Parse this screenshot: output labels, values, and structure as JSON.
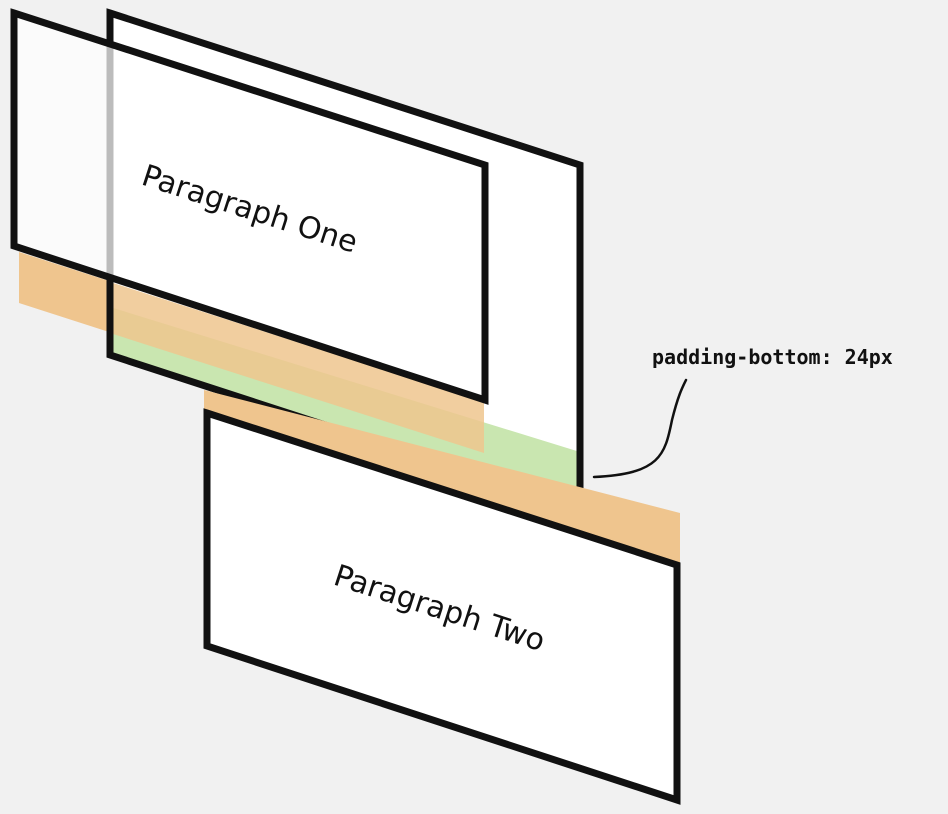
{
  "diagram": {
    "paragraph_one": {
      "label": "Paragraph One"
    },
    "paragraph_two": {
      "label": "Paragraph Two"
    },
    "annotation": {
      "label": "padding-bottom: 24px"
    },
    "colors": {
      "background": "#f1f1f1",
      "plane_fill": "#ffffff",
      "outline": "#111111",
      "margin": "#efc58e",
      "padding": "#c9e6b0"
    }
  }
}
